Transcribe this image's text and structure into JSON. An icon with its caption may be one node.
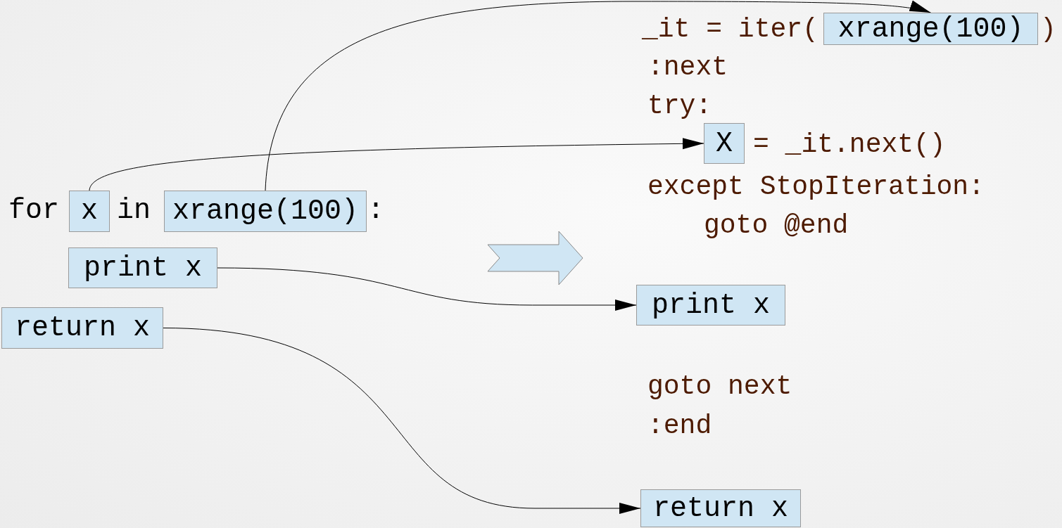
{
  "diagram": {
    "nodes": [
      {
        "text": [
          "x"
        ]
      },
      {
        "text": [
          "xrange(100)"
        ]
      },
      {
        "text": [
          "print x"
        ]
      },
      {
        "text": [
          "return x"
        ]
      },
      {
        "text": [
          "xrange(100)"
        ]
      },
      {
        "text": [
          "X"
        ]
      },
      {
        "text": [
          "print x"
        ]
      },
      {
        "text": [
          "return x"
        ]
      }
    ],
    "edges": [
      {
        "from": 1,
        "to": 4,
        "arrow": "to"
      },
      {
        "from": 0,
        "to": 5,
        "arrow": "to"
      },
      {
        "from": 2,
        "to": 6,
        "arrow": "to"
      },
      {
        "from": 3,
        "to": 7,
        "arrow": "to"
      }
    ],
    "labels": [
      "_it = iter(",
      ")",
      ":next",
      "try:",
      "= _it.next()",
      "for",
      "in",
      ":",
      "except StopIteration:",
      "goto @end",
      "goto next",
      ":end"
    ]
  }
}
